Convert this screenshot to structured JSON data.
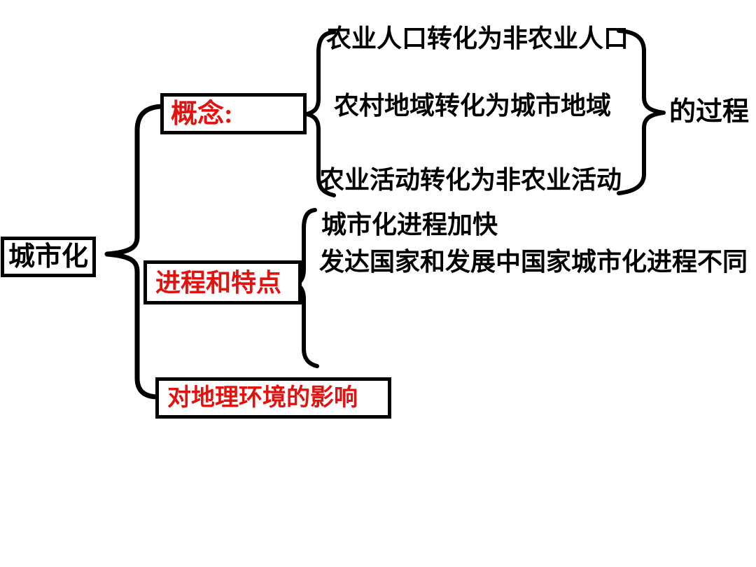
{
  "diagram": {
    "root": {
      "label": "城市化"
    },
    "branches": [
      {
        "label": "概念:",
        "items": [
          "农业人口转化为非农业人口",
          "农村地域转化为城市地域",
          "农业活动转化为非农业活动"
        ],
        "suffix": "的过程"
      },
      {
        "label": "进程和特点",
        "items": [
          "城市化进程加快",
          "发达国家和发展中国家城市化进程不同"
        ]
      },
      {
        "label": "对地理环境的影响",
        "items": []
      }
    ],
    "colors": {
      "heading_red": "#e01310",
      "text_black": "#000000",
      "border_black": "#000000",
      "background": "#ffffff"
    }
  }
}
